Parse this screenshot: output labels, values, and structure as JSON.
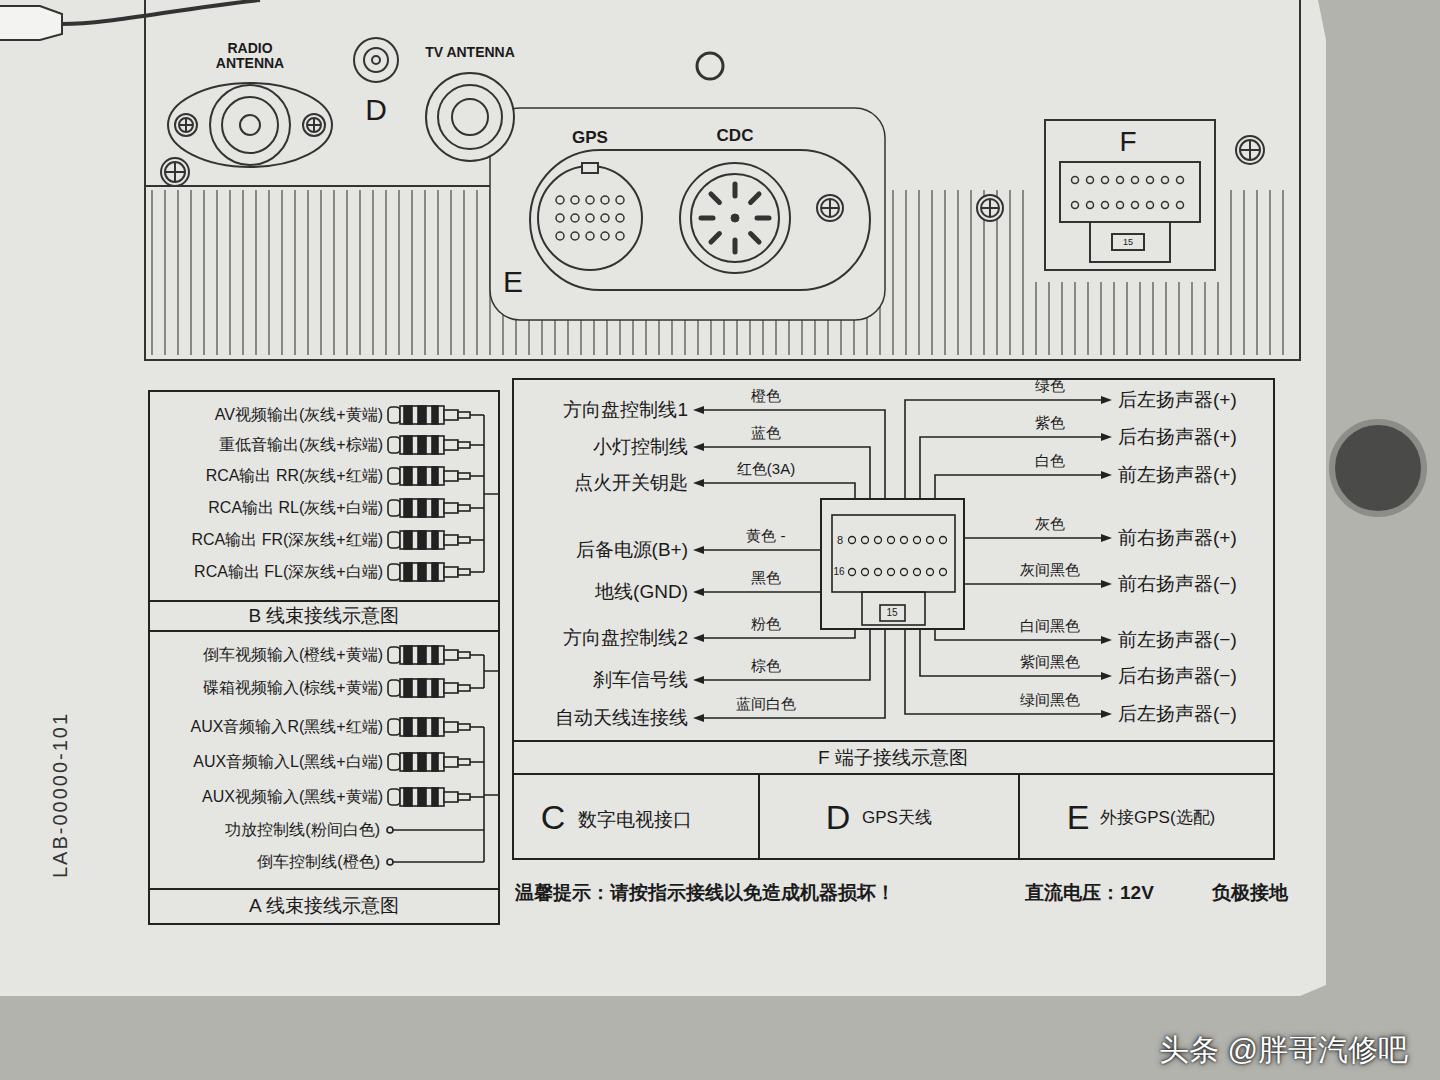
{
  "diagram": {
    "nodes": [
      {
        "text": [
          "AV视频输出(灰线+黄端)",
          "重低音输出(灰线+棕端)",
          "RCA输出 RR(灰线+红端)",
          "RCA输出 RL(灰线+白端)",
          "RCA输出 FR(深灰线+红端)",
          "RCA输出 FL(深灰线+白端)"
        ]
      },
      {
        "text": [
          "B 线束接线示意图"
        ],
        "in": 0
      },
      {
        "text": [
          "倒车视频输入(橙线+黄端)",
          "碟箱视频输入(棕线+黄端)",
          "AUX音频输入R(黑线+红端)",
          "AUX音频输入L(黑线+白端)",
          "AUX视频输入(黑线+黄端)",
          "功放控制线(粉间白色)",
          "倒车控制线(橙色)"
        ]
      },
      {
        "text": [
          "A 线束接线示意图"
        ],
        "in": 2
      },
      {
        "text": [
          "方向盘控制线1",
          "橙色",
          "绿色",
          "后左扬声器(+)",
          "小灯控制线",
          "蓝色",
          "紫色",
          "后右扬声器(+)",
          "点火开关钥匙",
          "红色(3A)",
          "白色",
          "前左扬声器(+)",
          "后备电源(B+)",
          "黄色 -",
          "灰色",
          "前右扬声器(+)",
          "地线(GND)",
          "黑色",
          "灰间黑色",
          "前右扬声器(−)",
          "方向盘控制线2",
          "粉色",
          "白间黑色",
          "前左扬声器(−)",
          "刹车信号线",
          "棕色",
          "紫间黑色",
          "后右扬声器(−)",
          "自动天线连接线",
          "蓝间白色",
          "绿间黑色",
          "后左扬声器(−)"
        ]
      },
      {
        "text": [
          "8",
          "16",
          "15"
        ],
        "in": 4
      },
      {
        "text": [
          "F 端子接线示意图"
        ],
        "in": 4
      },
      {
        "text": [
          "C",
          "数字电视接口"
        ]
      },
      {
        "text": [
          "D",
          "GPS天线"
        ]
      },
      {
        "text": [
          "E",
          "外接GPS(选配)"
        ]
      }
    ],
    "labels": [
      "RADIO ANTENNA",
      "D",
      "TV ANTENNA",
      "GPS",
      "CDC",
      "E",
      "F",
      "15",
      "温馨提示：请按指示接线以免造成机器损坏！",
      "直流电压：12V",
      "负极接地",
      "LAB-00000-101",
      "头条 @胖哥汽修吧"
    ]
  }
}
